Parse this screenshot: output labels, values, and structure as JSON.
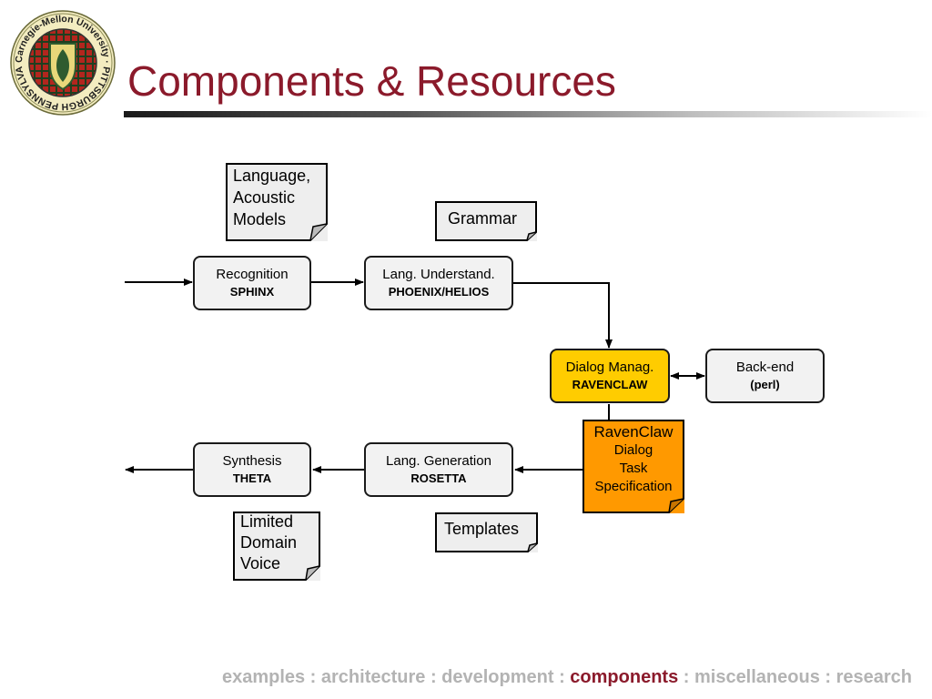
{
  "slide": {
    "title": "Components & Resources",
    "logo": {
      "ring_text": "Carnegie-Mellon University · PITTSBURGH PENNSYLVANIA 1900 ·",
      "colors": {
        "ring": "#ece3a8",
        "crest": "#2f5b2f",
        "tartan": "#b3261e"
      }
    }
  },
  "components": {
    "recognition": {
      "label": "Recognition",
      "name": "SPHINX"
    },
    "understanding": {
      "label": "Lang. Understand.",
      "name": "PHOENIX/HELIOS"
    },
    "dialog": {
      "label": "Dialog Manag.",
      "name": "RAVENCLAW"
    },
    "backend": {
      "label": "Back-end",
      "name": "(perl)"
    },
    "generation": {
      "label": "Lang. Generation",
      "name": "ROSETTA"
    },
    "synthesis": {
      "label": "Synthesis",
      "name": "THETA"
    }
  },
  "resources": {
    "models": [
      "Language,",
      "Acoustic",
      "Models"
    ],
    "grammar": "Grammar",
    "task_spec": [
      "RavenClaw",
      "Dialog",
      "Task",
      "Specification"
    ],
    "templates": "Templates",
    "voice": [
      "Limited",
      "Domain",
      "Voice"
    ]
  },
  "footer": {
    "before": "examples : architecture : development : ",
    "current": "components",
    "after": " : miscellaneous : research"
  },
  "colors": {
    "title": "#8b1a2b",
    "dialog_box": "#ffcc00",
    "task_spec": "#ff9900",
    "footer_inactive": "#b3b3b3"
  }
}
